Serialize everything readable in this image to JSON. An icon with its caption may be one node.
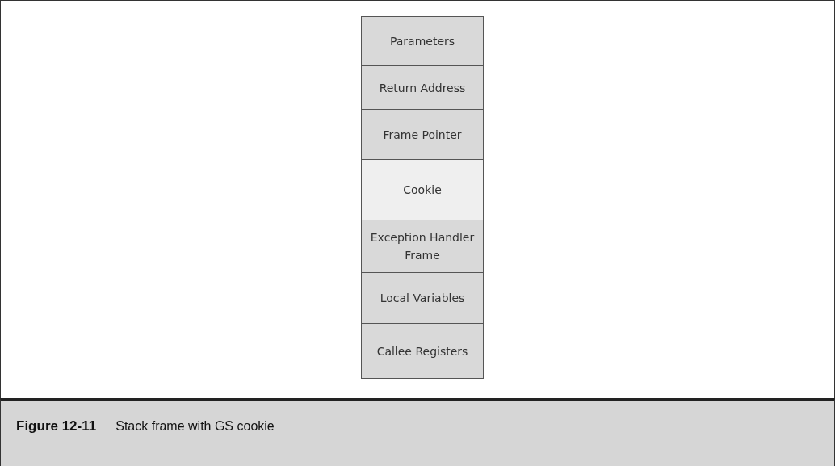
{
  "diagram": {
    "caption": "Stack frame with GS cookie",
    "nodes": [
      {
        "text": [
          "Parameters"
        ]
      },
      {
        "text": [
          "Return Address"
        ]
      },
      {
        "text": [
          "Frame Pointer"
        ]
      },
      {
        "text": [
          "Cookie"
        ]
      },
      {
        "text": [
          "Exception Handler Frame"
        ]
      },
      {
        "text": [
          "Local Variables"
        ]
      },
      {
        "text": [
          "Callee Registers"
        ]
      }
    ],
    "labels": [
      "Figure 12-11"
    ]
  }
}
